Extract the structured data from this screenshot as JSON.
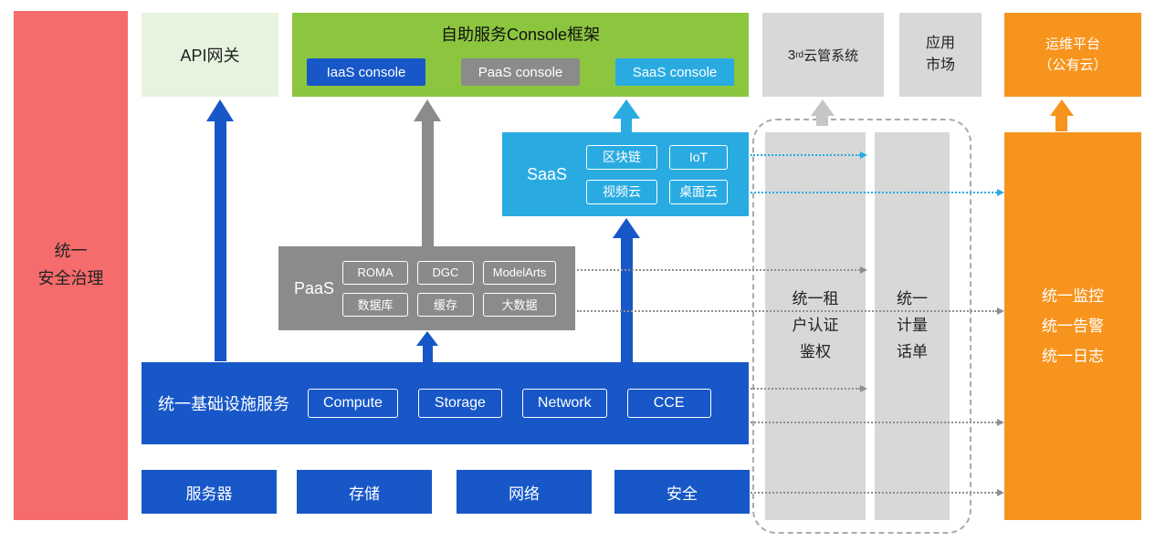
{
  "colors": {
    "red": "#F66C6C",
    "pale_green": "#E6F3DF",
    "green": "#8CC63F",
    "blue": "#1757C8",
    "gray": "#8B8B8B",
    "cyan": "#29ABE2",
    "light_gray": "#D8D8D8",
    "orange": "#F7941E",
    "line_gray": "#8F8F8F",
    "arrow_light_gray": "#C6C6C6",
    "dash_border": "#ABABAB"
  },
  "security_bar": {
    "label": "统一\n安全治理"
  },
  "api_gateway": {
    "label": "API网关"
  },
  "console": {
    "title": "自助服务Console框架",
    "chips": [
      "IaaS console",
      "PaaS console",
      "SaaS console"
    ]
  },
  "third_party_cloud": {
    "num": "3",
    "sup": "rd",
    "text": "云管系统"
  },
  "app_market": {
    "label": "应用\n市场"
  },
  "om_platform": {
    "label": "运维平台\n（公有云）"
  },
  "saas": {
    "label": "SaaS",
    "chips": [
      "区块链",
      "IoT",
      "视频云",
      "桌面云"
    ]
  },
  "paas": {
    "label": "PaaS",
    "chips": [
      "ROMA",
      "DGC",
      "ModelArts",
      "数据库",
      "缓存",
      "大数据"
    ]
  },
  "iaas": {
    "label": "统一基础设施服务",
    "chips": [
      "Compute",
      "Storage",
      "Network",
      "CCE"
    ]
  },
  "hardware": {
    "items": [
      "服务器",
      "存储",
      "网络",
      "安全"
    ]
  },
  "auth_bar": {
    "label": "统一租\n户认证\n鉴权"
  },
  "metering_bar": {
    "label": "统一\n计量\n话单"
  },
  "monitoring_bar": {
    "label": "统一监控\n统一告警\n统一日志"
  }
}
